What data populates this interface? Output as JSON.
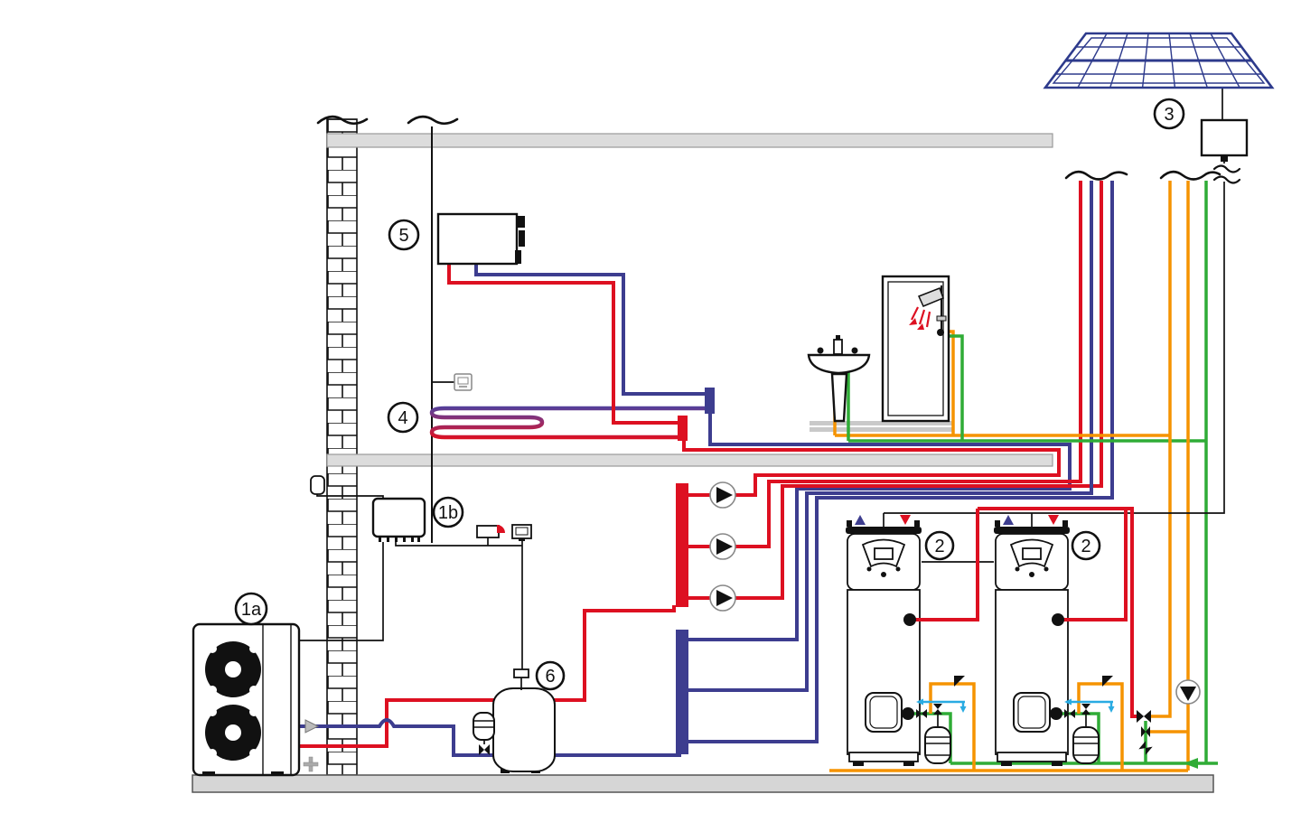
{
  "diagram_labels": {
    "outdoor_heat_pump": "1a",
    "indoor_unit": "1b",
    "dhw_heat_pump_left": "2",
    "dhw_heat_pump_right": "2",
    "photovoltaic_system": "3",
    "underfloor_heating": "4",
    "fan_coil_unit": "5",
    "buffer_tank": "6"
  },
  "colors": {
    "heating_flow": "#dd1021",
    "heating_return": "#3d3d8f",
    "domestic_hot_water": "#f59300",
    "cold_water": "#2fac36",
    "drain": "#29abe2",
    "pv_blue": "#2d3a8c",
    "slab_gray": "#dcdcdc"
  },
  "components": {
    "outdoor_heat_pump": "air-source heat pump outdoor unit with two fans",
    "indoor_unit": "heat pump indoor control unit",
    "dhw_heat_pumps": "two domestic hot water heat pump tanks",
    "photovoltaic_system": "solar PV panel with inverter",
    "underfloor_heating": "underfloor heating coil with room thermostat",
    "fan_coil_unit": "wall mounted fan coil",
    "buffer_tank": "buffer storage tank with expansion vessel",
    "circulation_pumps": "three heating circulation pumps",
    "dhw_pump": "domestic hot water circulation pump",
    "bathroom": "washbasin and shower"
  }
}
